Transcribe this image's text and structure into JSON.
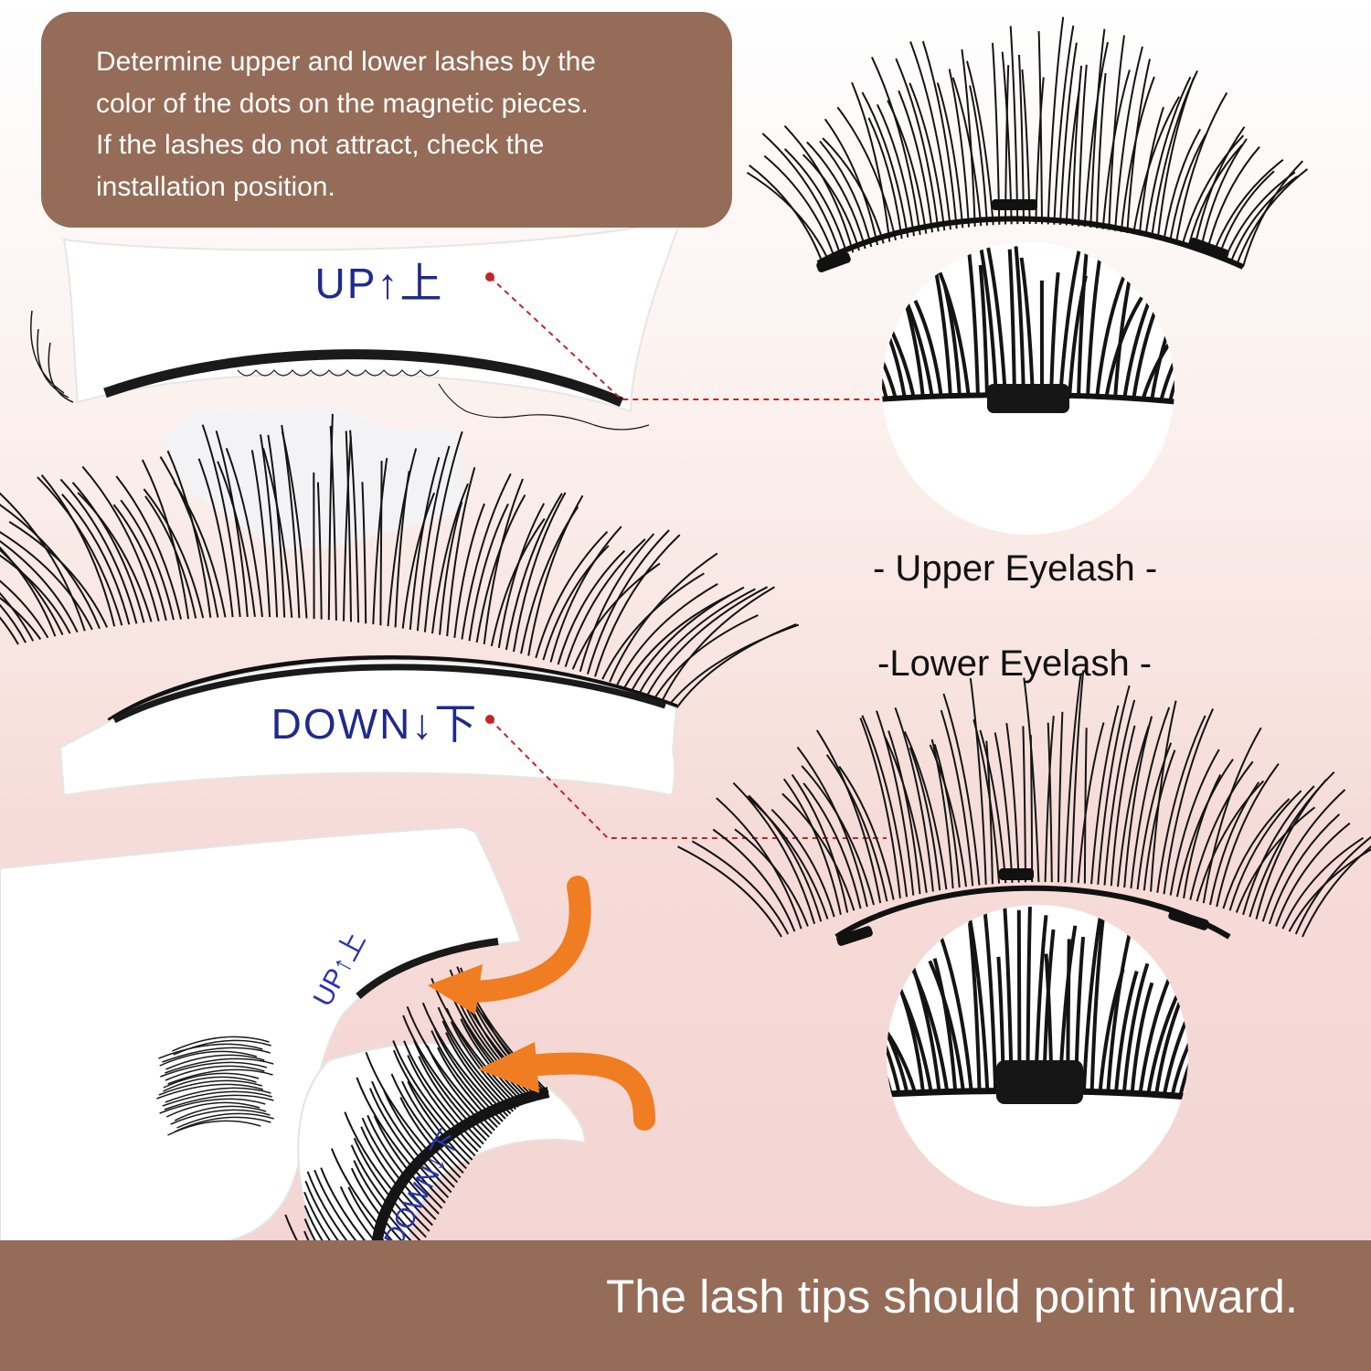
{
  "colors": {
    "panel_brown": "#946c57",
    "background_top": "#ffffff",
    "background_bottom": "#f3d3d2",
    "applicator_white": "#ffffff",
    "lash_black": "#111111",
    "stamp_text_blue": "#1f2a8a",
    "leader_red": "#c0262c",
    "arrow_orange": "#f07d22"
  },
  "info_box": {
    "lines": [
      "Determine upper and lower lashes by the",
      "color of the dots on the magnetic pieces.",
      "If the lashes do not attract, check the",
      "installation position."
    ]
  },
  "applicator_top": {
    "stamp": "UP↑上"
  },
  "applicator_bottom": {
    "stamp": "DOWN↓下"
  },
  "applicator_angled": {
    "stamp_up": "UP↑上",
    "stamp_down": "DOWN↓下"
  },
  "labels": {
    "upper": "- Upper Eyelash -",
    "lower": "-Lower Eyelash -"
  },
  "bottom_bar": {
    "text": "The lash tips should point inward."
  },
  "icons": [
    "red-dot-marker",
    "dashed-leader-line",
    "orange-curved-arrow",
    "magnifier-circle"
  ]
}
